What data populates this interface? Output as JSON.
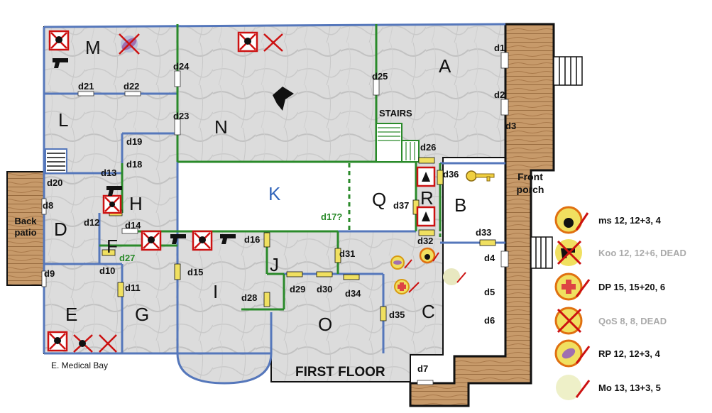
{
  "map": {
    "title": "FIRST FLOOR",
    "stairs_label": "STAIRS",
    "medical_bay_label": "E. Medical Bay",
    "front_porch_label": "Front porch",
    "back_patio_label": "Back patio",
    "rooms": [
      "M",
      "A",
      "N",
      "L",
      "K",
      "Q",
      "R",
      "B",
      "H",
      "D",
      "F",
      "J",
      "I",
      "O",
      "C",
      "E",
      "G"
    ],
    "doors": [
      "d1",
      "d2",
      "d3",
      "d4",
      "d5",
      "d6",
      "d7",
      "d8",
      "d9",
      "d10",
      "d11",
      "d12",
      "d13",
      "d14",
      "d15",
      "d16",
      "d17?",
      "d18",
      "d19",
      "d20",
      "d21",
      "d22",
      "d23",
      "d24",
      "d25",
      "d26",
      "d27",
      "d28",
      "d29",
      "d30",
      "d31",
      "d32",
      "d33",
      "d34",
      "d35",
      "d36",
      "d37"
    ]
  },
  "legend": [
    {
      "text": "ms 12, 12+3, 4",
      "status": "alive",
      "icon": "bomb-icon",
      "color": "#111111"
    },
    {
      "text": "Koo 12, 12+6, DEAD",
      "status": "dead",
      "icon": "pistol-icon",
      "color": "#aaaaaa"
    },
    {
      "text": "DP 15, 15+20, 6",
      "status": "alive",
      "icon": "medic-cross-icon",
      "color": "#111111"
    },
    {
      "text": "QoS 8, 8, DEAD",
      "status": "dead",
      "icon": "crossed-gun-icon",
      "color": "#aaaaaa"
    },
    {
      "text": "RP  12, 12+3, 4",
      "status": "alive",
      "icon": "pill-icon",
      "color": "#111111"
    },
    {
      "text": "Mo 13, 13+3, 5",
      "status": "alive",
      "icon": "empty-token-icon",
      "color": "#111111"
    }
  ],
  "colors": {
    "wall_blue": "#5577bb",
    "door_green": "#2a8a2a",
    "door_yellow": "#f0e060",
    "token_red": "#cc1111",
    "porch_wood": "#c79a6a"
  }
}
